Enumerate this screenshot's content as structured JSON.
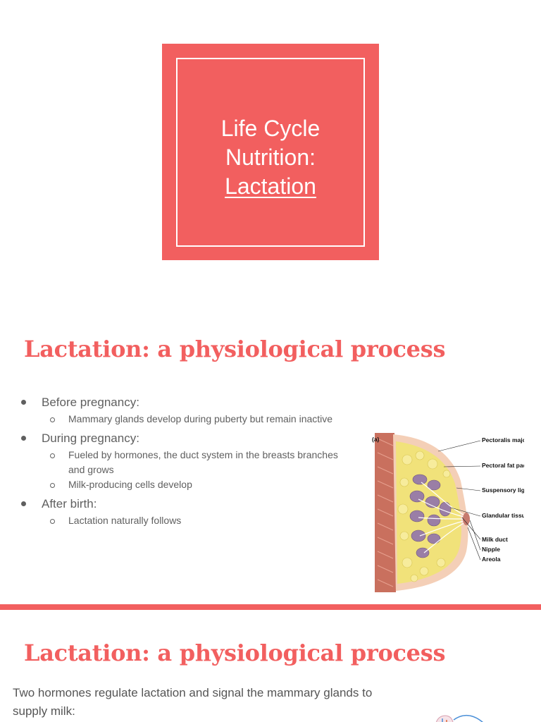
{
  "slide1": {
    "title_line1": "Life Cycle",
    "title_line2": "Nutrition:",
    "title_line3": "Lactation"
  },
  "slide2": {
    "heading": "Lactation: a physiological process",
    "bullets": [
      {
        "text": "Before pregnancy:",
        "subs": [
          "Mammary glands develop during puberty but remain inactive"
        ]
      },
      {
        "text": "During pregnancy:",
        "subs": [
          "Fueled by hormones, the duct system in the breasts branches and grows",
          "Milk-producing cells develop"
        ]
      },
      {
        "text": "After birth:",
        "subs": [
          "Lactation naturally follows"
        ]
      }
    ],
    "figure": {
      "panel_label": "(a)",
      "labels": [
        "Pectoralis major muscle",
        "Pectoral fat pad",
        "Suspensory ligaments",
        "Glandular tissue",
        "Milk duct",
        "Nipple",
        "Areola"
      ]
    }
  },
  "slide3": {
    "heading": "Lactation: a physiological process",
    "paragraph": "Two hormones regulate lactation and signal the mammary glands to supply milk:"
  },
  "colors": {
    "accent": "#f25f5f",
    "body_text": "#5f5f5f"
  }
}
